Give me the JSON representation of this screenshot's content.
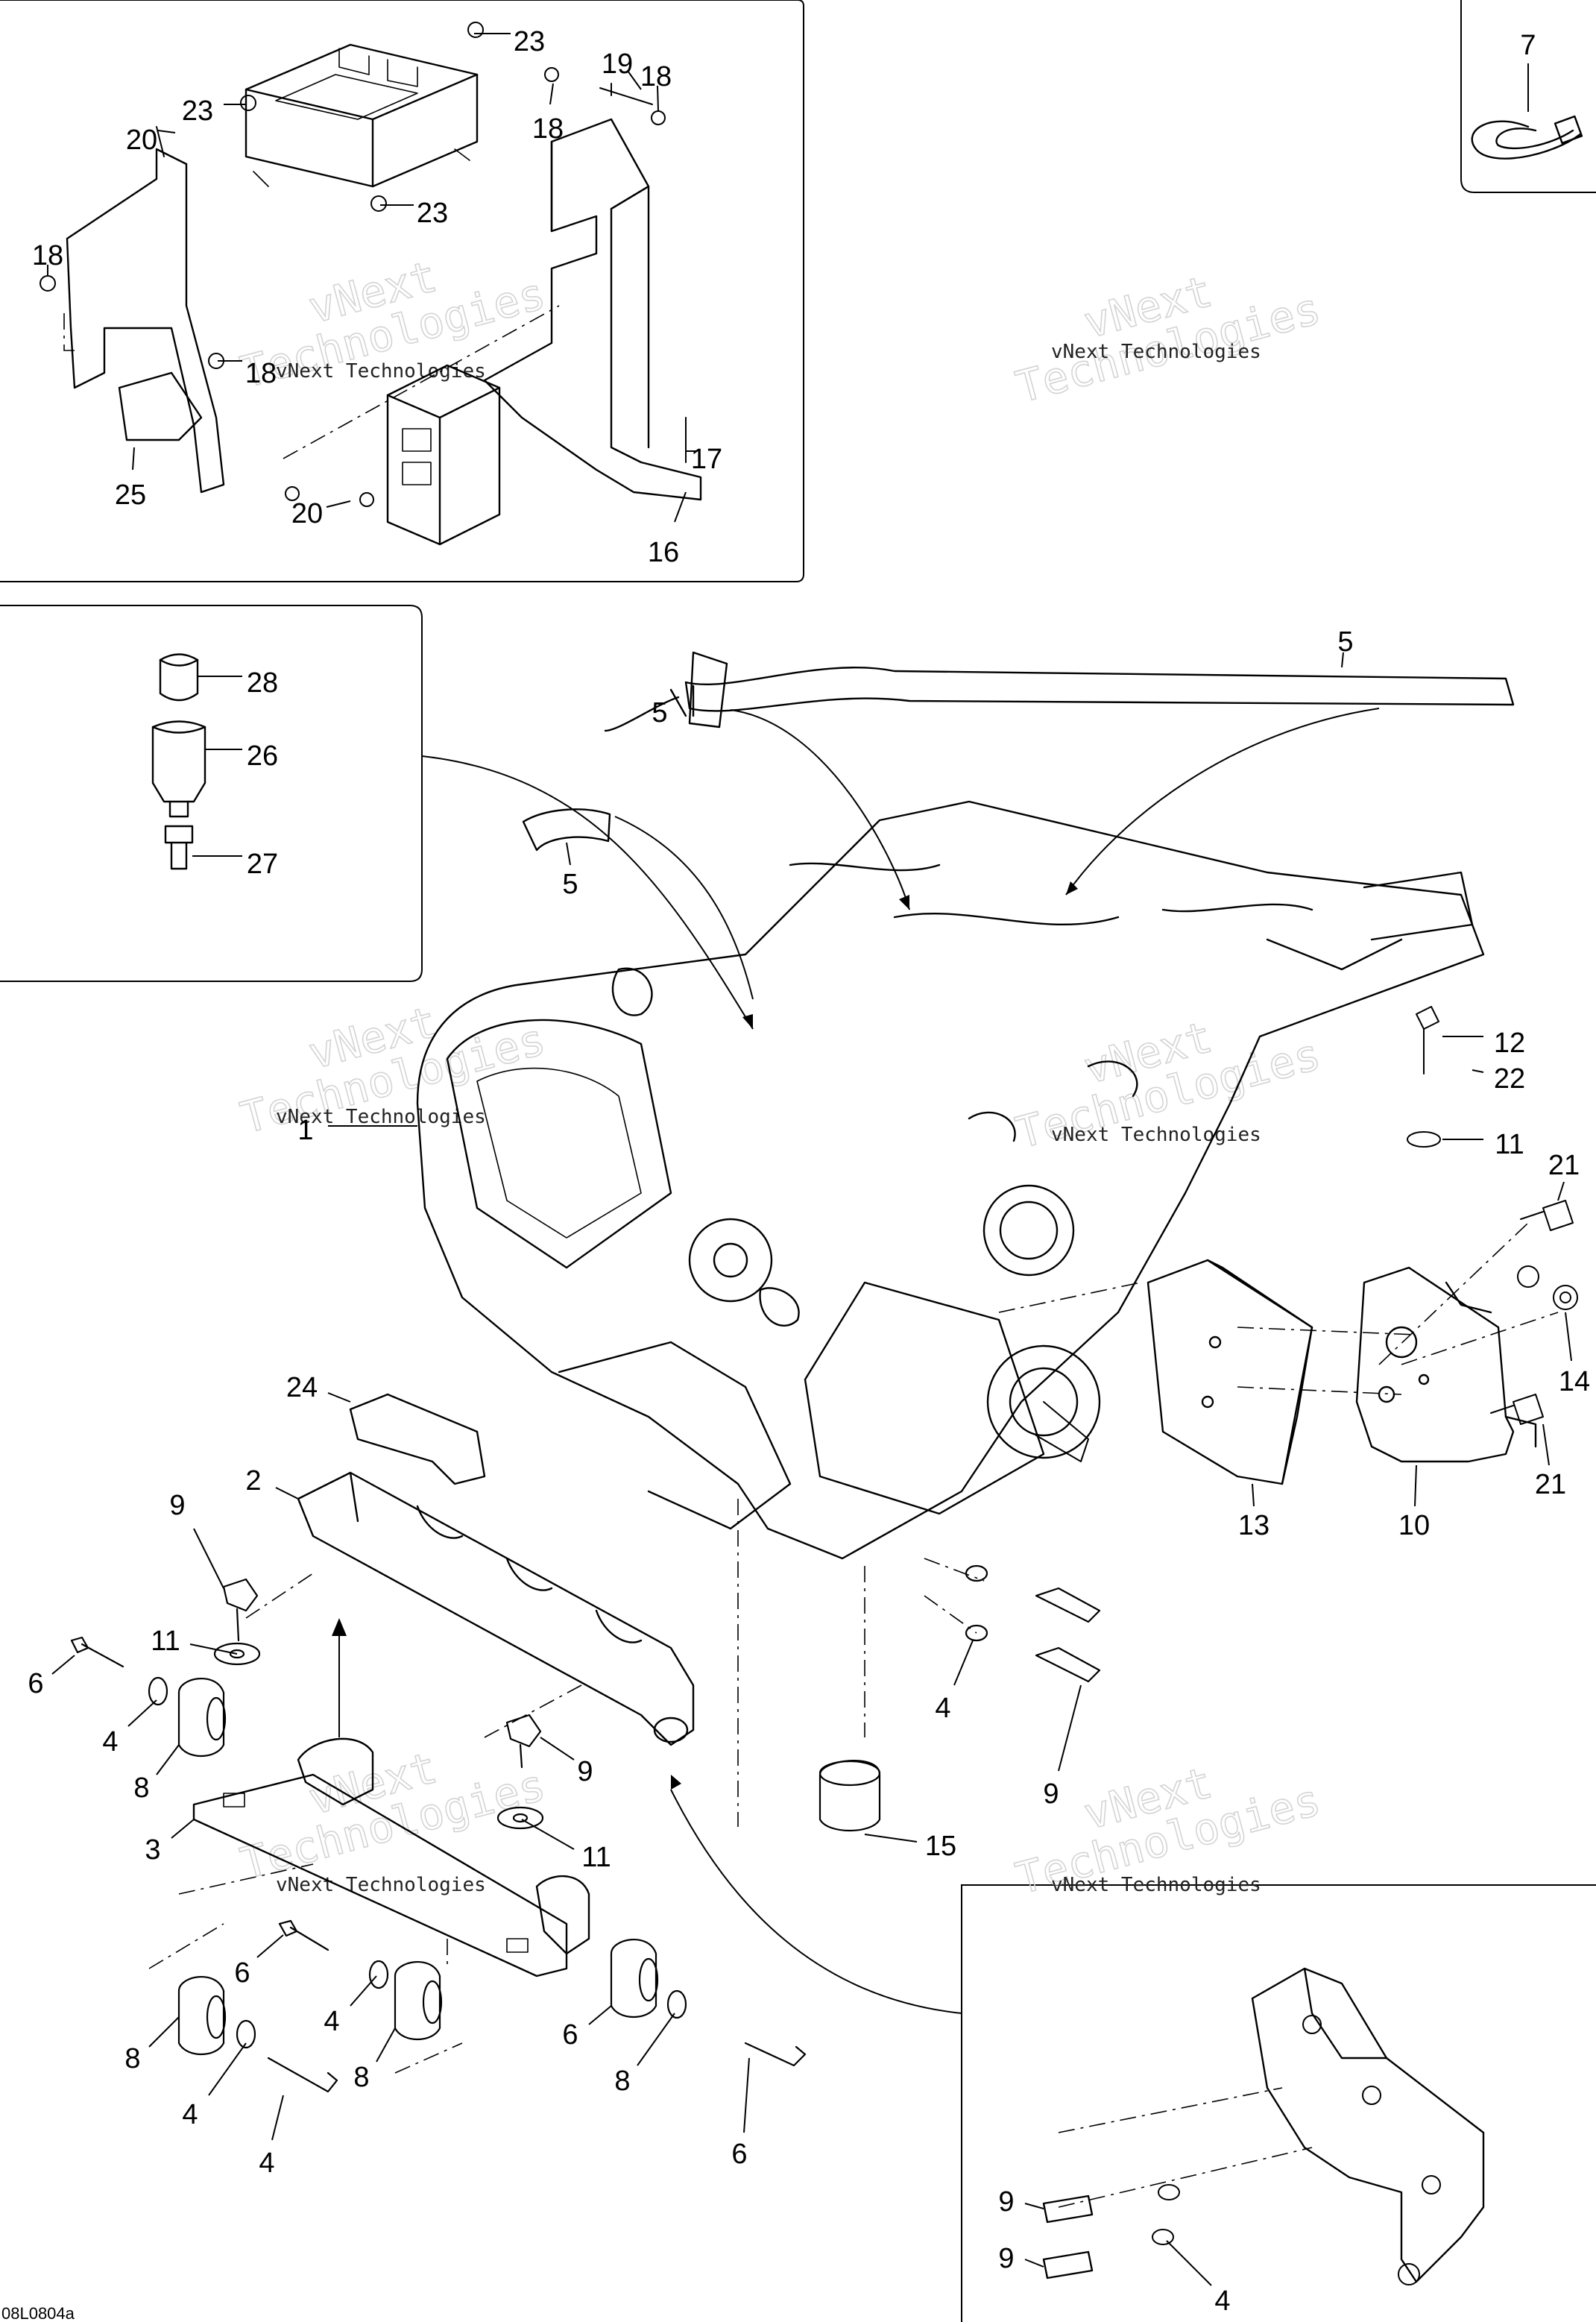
{
  "figure_id": "08L0804a",
  "watermark": {
    "line1": "vNext",
    "line2": "Technologies",
    "small": "vNext Technologies"
  },
  "callouts": [
    {
      "label": "23"
    },
    {
      "label": "23"
    },
    {
      "label": "23"
    },
    {
      "label": "20"
    },
    {
      "label": "19"
    },
    {
      "label": "18"
    },
    {
      "label": "18"
    },
    {
      "label": "18"
    },
    {
      "label": "18"
    },
    {
      "label": "25"
    },
    {
      "label": "20"
    },
    {
      "label": "17"
    },
    {
      "label": "16"
    },
    {
      "label": "7"
    },
    {
      "label": "28"
    },
    {
      "label": "26"
    },
    {
      "label": "27"
    },
    {
      "label": "5"
    },
    {
      "label": "5"
    },
    {
      "label": "5"
    },
    {
      "label": "1"
    },
    {
      "label": "12"
    },
    {
      "label": "22"
    },
    {
      "label": "11"
    },
    {
      "label": "21"
    },
    {
      "label": "14"
    },
    {
      "label": "21"
    },
    {
      "label": "13"
    },
    {
      "label": "10"
    },
    {
      "label": "24"
    },
    {
      "label": "2"
    },
    {
      "label": "9"
    },
    {
      "label": "11"
    },
    {
      "label": "6"
    },
    {
      "label": "4"
    },
    {
      "label": "8"
    },
    {
      "label": "3"
    },
    {
      "label": "9"
    },
    {
      "label": "11"
    },
    {
      "label": "4"
    },
    {
      "label": "9"
    },
    {
      "label": "15"
    },
    {
      "label": "6"
    },
    {
      "label": "4"
    },
    {
      "label": "8"
    },
    {
      "label": "8"
    },
    {
      "label": "4"
    },
    {
      "label": "6"
    },
    {
      "label": "8"
    },
    {
      "label": "4"
    },
    {
      "label": "6"
    },
    {
      "label": "9"
    },
    {
      "label": "9"
    },
    {
      "label": "4"
    }
  ]
}
